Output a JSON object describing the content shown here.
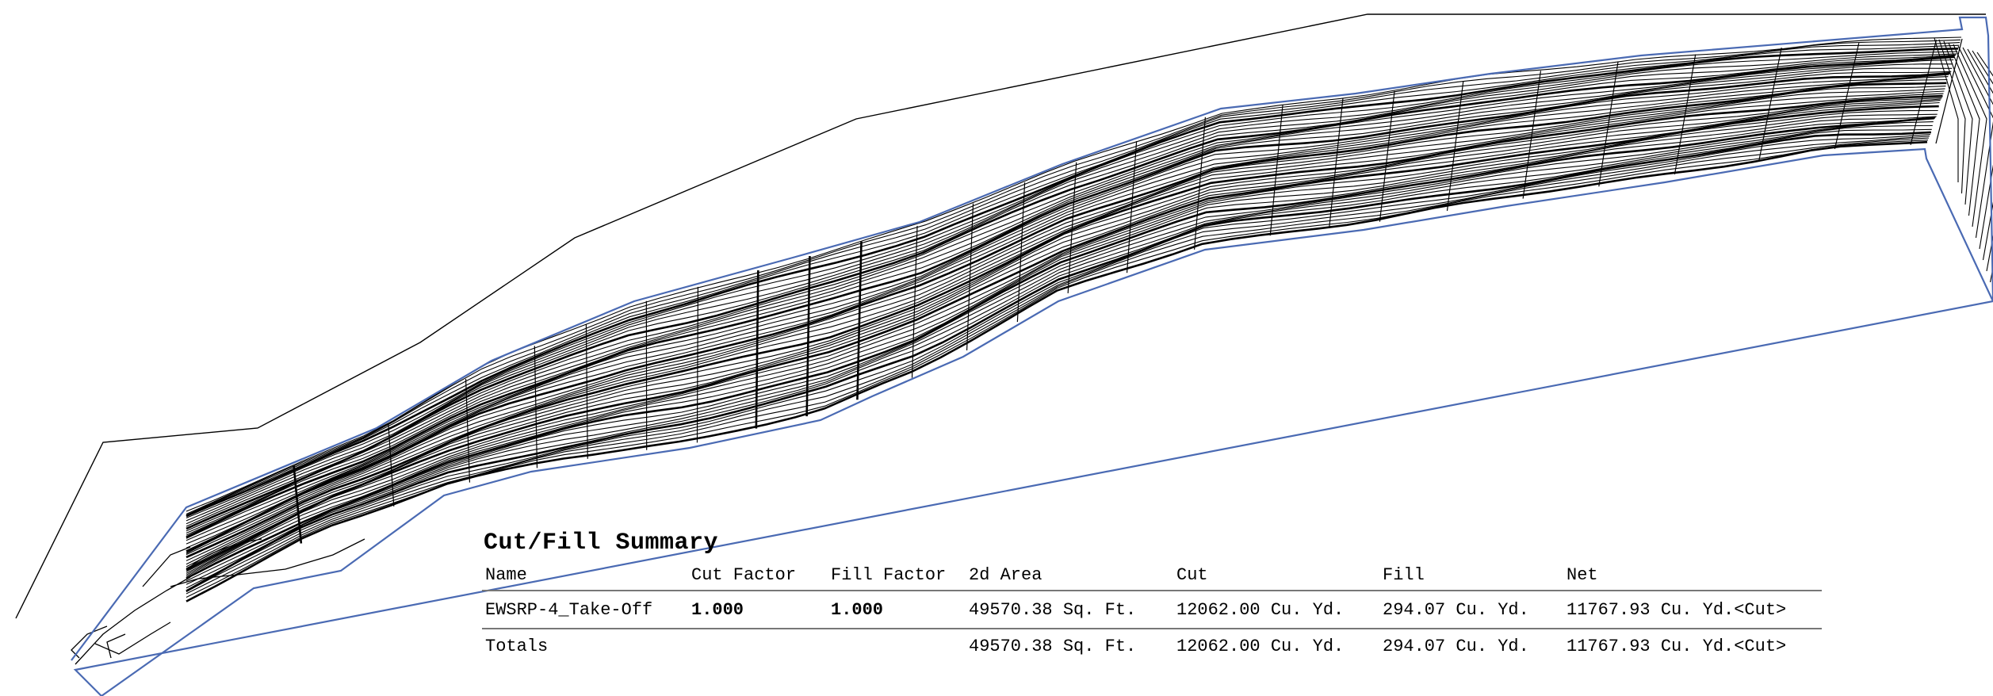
{
  "summary": {
    "title": "Cut/Fill Summary",
    "headers": {
      "name": "Name",
      "cut_factor": "Cut Factor",
      "fill_factor": "Fill Factor",
      "area": "2d Area",
      "cut": "Cut",
      "fill": "Fill",
      "net": "Net"
    },
    "rows": [
      {
        "name": "EWSRP-4_Take-Off",
        "cut_factor": "1.000",
        "fill_factor": "1.000",
        "area": "49570.38 Sq. Ft.",
        "cut": "12062.00 Cu. Yd.",
        "fill": "294.07 Cu. Yd.",
        "net": "11767.93 Cu. Yd.<Cut>"
      }
    ],
    "totals": {
      "label": "Totals",
      "area": "49570.38 Sq. Ft.",
      "cut": "12062.00 Cu. Yd.",
      "fill": "294.07 Cu. Yd.",
      "net": "11767.93 Cu. Yd.<Cut>"
    }
  },
  "colors": {
    "boundary": "#4a6ab3",
    "contour": "#000000",
    "outline": "#000000"
  }
}
